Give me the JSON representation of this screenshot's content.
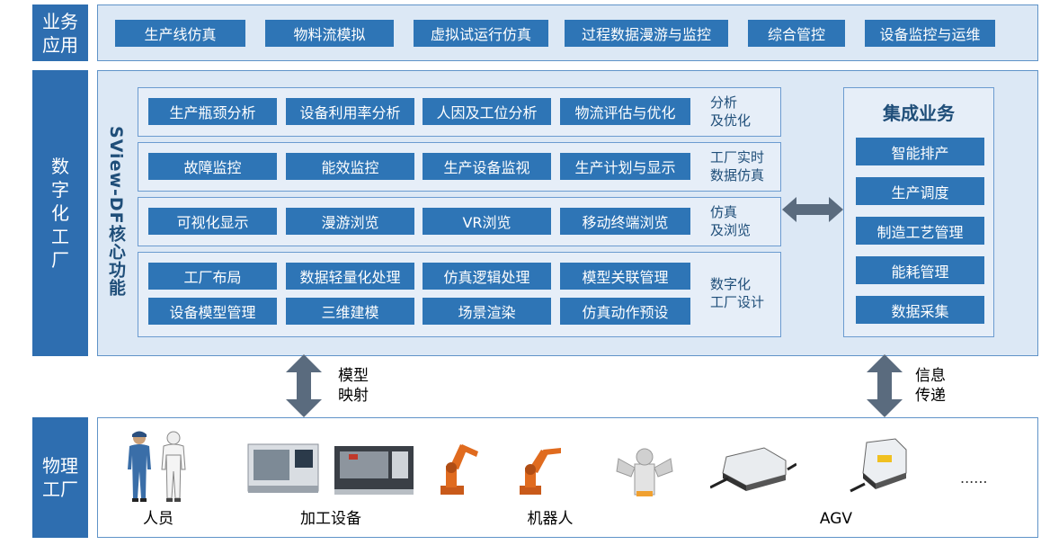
{
  "business": {
    "side_label_1": "业务",
    "side_label_2": "应用",
    "items": [
      "生产线仿真",
      "物料流模拟",
      "虚拟试运行仿真",
      "过程数据漫游与监控",
      "综合管控",
      "设备监控与运维"
    ]
  },
  "digital": {
    "side_label": [
      "数",
      "字",
      "化",
      "工",
      "厂"
    ],
    "core_label": "SView-DF核心功能",
    "rows": [
      {
        "label_1": "分析",
        "label_2": "及优化",
        "items": [
          "生产瓶颈分析",
          "设备利用率分析",
          "人因及工位分析",
          "物流评估与优化"
        ]
      },
      {
        "label_1": "工厂实时",
        "label_2": "数据仿真",
        "items": [
          "故障监控",
          "能效监控",
          "生产设备监视",
          "生产计划与显示"
        ]
      },
      {
        "label_1": "仿真",
        "label_2": "及浏览",
        "items": [
          "可视化显示",
          "漫游浏览",
          "VR浏览",
          "移动终端浏览"
        ]
      },
      {
        "label_1": "数字化",
        "label_2": "工厂设计",
        "items": [
          "工厂布局",
          "数据轻量化处理",
          "仿真逻辑处理",
          "模型关联管理",
          "设备模型管理",
          "三维建模",
          "场景渲染",
          "仿真动作预设"
        ]
      }
    ],
    "integration": {
      "title": "集成业务",
      "items": [
        "智能排产",
        "生产调度",
        "制造工艺管理",
        "能耗管理",
        "数据采集"
      ]
    }
  },
  "arrows": {
    "left_label_1": "模型",
    "left_label_2": "映射",
    "right_label_1": "信息",
    "right_label_2": "传递"
  },
  "physical": {
    "side_label_1": "物理",
    "side_label_2": "工厂",
    "groups": [
      "人员",
      "加工设备",
      "机器人",
      "AGV"
    ],
    "ellipsis": "......"
  },
  "colors": {
    "side_blue": "#2e6eb0",
    "button_blue": "#2e75b6",
    "panel_bg": "#dce8f5",
    "arrow_gray": "#5a6b7e",
    "text_dark_blue": "#1f4e79"
  }
}
